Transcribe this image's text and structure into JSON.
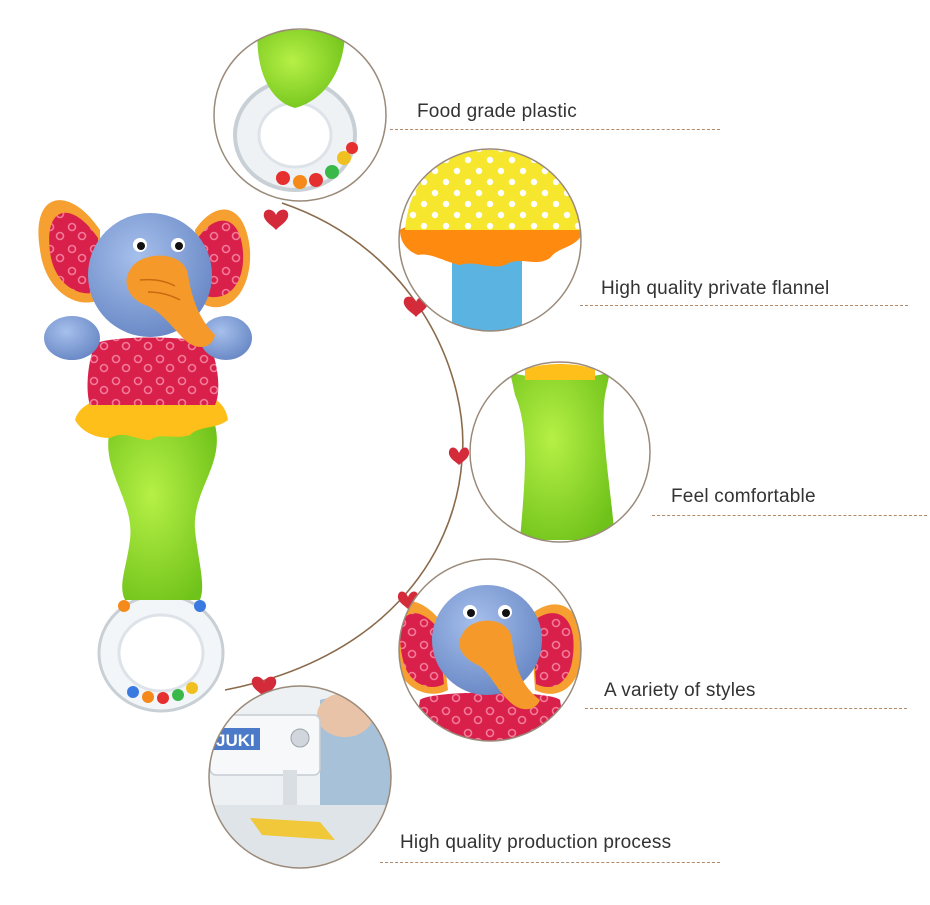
{
  "features": [
    {
      "label": "Food grade plastic"
    },
    {
      "label": "High quality private flannel"
    },
    {
      "label": "Feel comfortable"
    },
    {
      "label": "A variety of styles"
    },
    {
      "label": "High quality production process"
    }
  ],
  "sewing_machine_brand": "JUKI",
  "colors": {
    "arc": "#8a6a4a",
    "heart": "#d42b3b",
    "circle_border": "#9a8a7a",
    "flannel_green": "#8fdc2a",
    "elephant_blue": "#7f9fd6",
    "trunk_orange": "#f59a2a",
    "ear_red": "#d8204a",
    "hat_yellow": "#f6e62e",
    "petal_orange": "#ff8a10",
    "stick_blue": "#5ab3e0"
  }
}
